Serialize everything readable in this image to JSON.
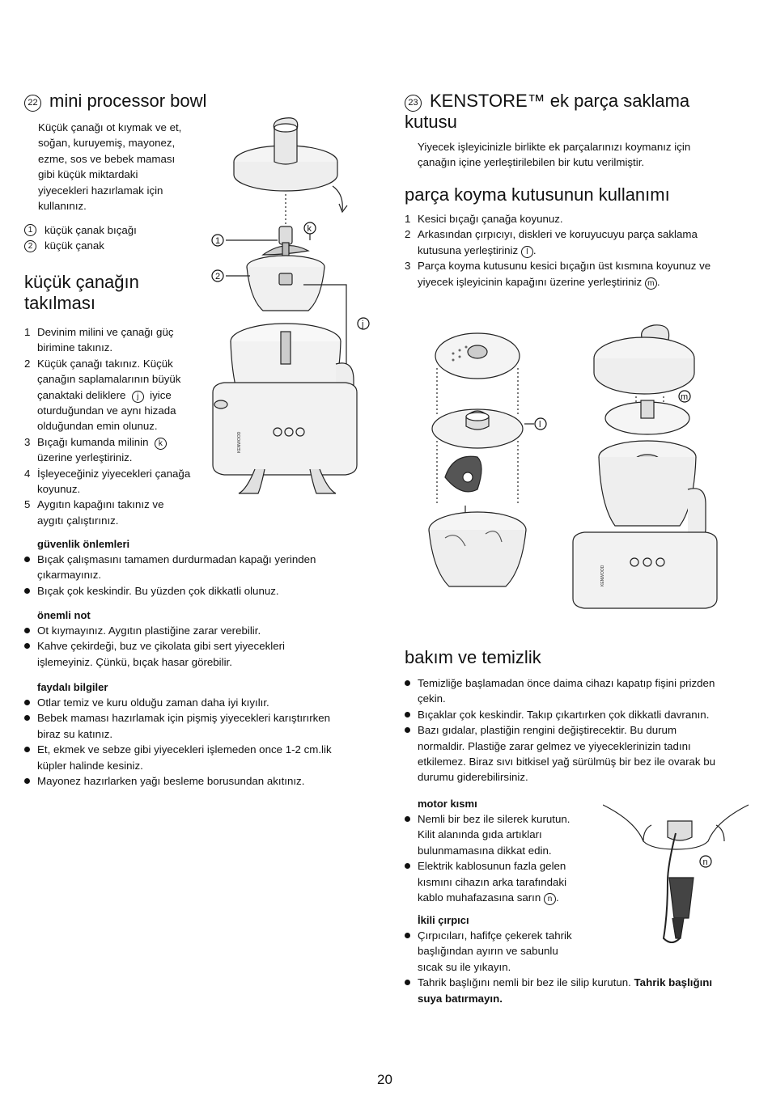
{
  "left": {
    "section1": {
      "num": "22",
      "title": "mini processor bowl",
      "intro": [
        "Küçük çanağı ot kıymak ve et,",
        "soğan, kuruyemiş, mayonez,",
        "ezme, sos ve bebek maması",
        "gibi küçük miktardaki",
        "yiyecekleri hazırlamak için",
        "kullanınız."
      ],
      "legend": [
        {
          "num": "1",
          "text": "küçük çanak bıçağı"
        },
        {
          "num": "2",
          "text": "küçük çanak"
        }
      ]
    },
    "section2": {
      "title_line1": "küçük çanağın",
      "title_line2": "takılması",
      "steps": [
        {
          "n": "1",
          "lines": [
            "Devinim milini ve çanağı güç",
            "birimine takınız."
          ]
        },
        {
          "n": "2",
          "lines": [
            "Küçük çanağı takınız. Küçük",
            "çanağın saplamalarının büyük",
            "çanaktaki deliklere",
            "iyice",
            "oturduğundan ve aynı hizada",
            "olduğundan emin olunuz."
          ],
          "ref": "j"
        },
        {
          "n": "3",
          "lines": [
            "Bıçağı kumanda milinin",
            "üzerine yerleştiriniz."
          ],
          "ref": "k"
        },
        {
          "n": "4",
          "lines": [
            "İşleyeceğiniz yiyecekleri çanağa",
            "koyunuz."
          ]
        },
        {
          "n": "5",
          "lines": [
            "Aygıtın kapağını takınız ve",
            "aygıtı çalıştırınız."
          ]
        }
      ]
    },
    "safety": {
      "title": "güvenlik önlemleri",
      "items": [
        [
          "Bıçak çalışmasını tamamen durdurmadan kapağı yerinden",
          "çıkarmayınız."
        ],
        [
          "Bıçak çok keskindir. Bu yüzden çok dikkatli olunuz."
        ]
      ]
    },
    "note": {
      "title": "önemli not",
      "items": [
        [
          "Ot kıymayınız. Aygıtın plastiğine zarar verebilir."
        ],
        [
          "Kahve çekirdeği, buz ve çikolata gibi sert yiyecekleri",
          "işlemeyiniz. Çünkü, bıçak hasar görebilir."
        ]
      ]
    },
    "tips": {
      "title": "faydalı bilgiler",
      "items": [
        [
          "Otlar temiz ve kuru olduğu zaman daha iyi kıyılır."
        ],
        [
          "Bebek maması hazırlamak için pişmiş yiyecekleri karıştırırken",
          "biraz su katınız."
        ],
        [
          "Et, ekmek ve sebze gibi yiyecekleri işlemeden once 1-2 cm.lik",
          "küpler halinde kesiniz."
        ],
        [
          "Mayonez hazırlarken yağı besleme borusundan akıtınız."
        ]
      ]
    },
    "figure1": {
      "labels": {
        "k": "k",
        "one": "1",
        "two": "2",
        "j": "j"
      },
      "brand": "KENWOOD"
    }
  },
  "right": {
    "section1": {
      "num": "23",
      "title_line1": "KENSTORE™ ek parça saklama",
      "title_line2": "kutusu",
      "intro": [
        "Yiyecek işleyicinizle birlikte ek parçalarınızı koymanız için",
        "çanağın içine yerleştirilebilen bir kutu verilmiştir."
      ]
    },
    "section2": {
      "title": "parça koyma kutusunun kullanımı",
      "steps": [
        {
          "n": "1",
          "lines": [
            "Kesici bıçağı çanağa koyunuz."
          ]
        },
        {
          "n": "2",
          "lines": [
            "Arkasından çırpıcıyı, diskleri ve koruyucuyu parça saklama",
            "kutusuna yerleştiriniz"
          ],
          "ref": "l"
        },
        {
          "n": "3",
          "lines": [
            "Parça koyma kutusunu kesici bıçağın üst kısmına koyunuz ve",
            "yiyecek işleyicinin kapağını üzerine yerleştiriniz"
          ],
          "ref": "m"
        }
      ]
    },
    "figure2": {
      "labels": {
        "l": "l",
        "m": "m"
      },
      "brand": "KENWOOD"
    },
    "section3": {
      "title": "bakım ve temizlik",
      "items": [
        [
          "Temizliğe başlamadan önce daima cihazı kapatıp fişini prizden",
          "çekin."
        ],
        [
          "Bıçaklar çok keskindir. Takıp çıkartırken çok dikkatli davranın."
        ],
        [
          "Bazı gıdalar, plastiğin rengini değiştirecektir. Bu durum",
          "normaldir. Plastiğe zarar gelmez ve yiyeceklerinizin tadını",
          "etkilemez. Biraz sıvı bitkisel yağ sürülmüş bir bez ile ovarak bu",
          "durumu giderebilirsiniz."
        ]
      ]
    },
    "motor": {
      "title": "motor kısmı",
      "items": [
        [
          "Nemli bir bez ile silerek kurutun.",
          "Kilit alanında gıda artıkları",
          "bulunmamasına dikkat edin."
        ],
        [
          "Elektrik kablosunun fazla gelen",
          "kısmını cihazın arka tarafındaki",
          "kablo muhafazasına sarın"
        ]
      ],
      "ref": "n"
    },
    "whisk": {
      "title": "İkili çırpıcı",
      "item1": [
        "Çırpıcıları, hafifçe çekerek tahrik",
        "başlığından ayırın ve sabunlu",
        "sıcak su ile yıkayın."
      ],
      "item2_normal": "Tahrik başlığını nemli bir bez ile silip kurutun.",
      "item2_bold1": "Tahrik başlığını",
      "item2_bold2": "suya batırmayın."
    },
    "figure3": {
      "label": "n"
    }
  },
  "page_number": "20"
}
